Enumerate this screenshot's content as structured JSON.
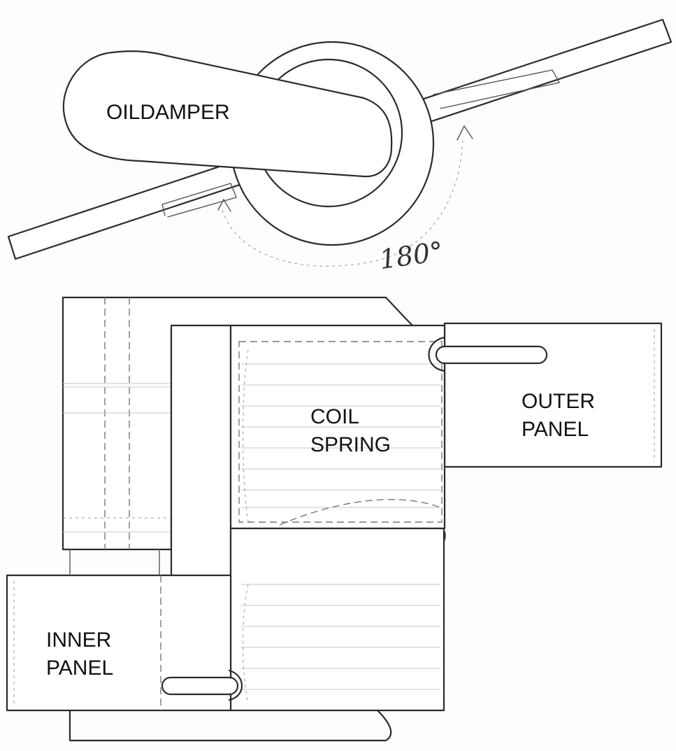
{
  "labels": {
    "oil_damper": "OILDAMPER",
    "angle": "180°",
    "coil_spring_line1": "COIL",
    "coil_spring_line2": "SPRING",
    "outer_panel_line1": "OUTER",
    "outer_panel_line2": "PANEL",
    "inner_panel_line1": "INNER",
    "inner_panel_line2": "PANEL"
  },
  "colors": {
    "ink": "#2b2b2b",
    "paper": "#fdfdfd",
    "shading": "#777777"
  }
}
